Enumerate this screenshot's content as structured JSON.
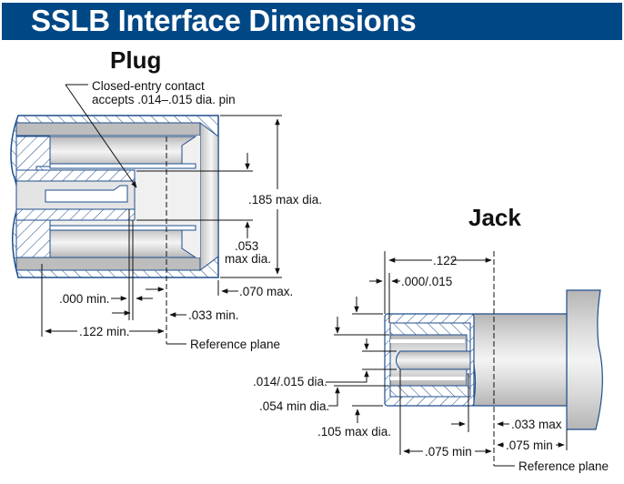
{
  "header": {
    "title": "SSLB Interface Dimensions"
  },
  "colors": {
    "banner": "#004785",
    "outline": "#1f4e8c",
    "hatch": "#1f4e8c",
    "metal_dark": "#b8b8b8",
    "metal_light": "#f2f2f2"
  },
  "plug": {
    "title": "Plug",
    "contact_note_line1": "Closed-entry contact",
    "contact_note_line2": "accepts .014–.015 dia. pin",
    "dim_outer_dia": ".185 max dia.",
    "dim_inner_dia_line1": ".053",
    "dim_inner_dia_line2": "max dia.",
    "dim_face_offset": ".070 max.",
    "dim_contact_recess": ".000 min.",
    "dim_ref_offset": ".033 min.",
    "dim_length": ".122 min.",
    "reference_label": "Reference plane"
  },
  "jack": {
    "title": "Jack",
    "dim_length": ".122",
    "dim_recess": ".000/.015",
    "dim_pin_dia": ".014/.015 dia.",
    "dim_inner_dia": ".054 min dia.",
    "dim_outer_dia": ".105 max dia.",
    "dim_ref_offset": ".033 max",
    "dim_pin_length": ".075 min",
    "dim_ref_to_flange": ".075 min",
    "reference_label": "Reference plane"
  }
}
